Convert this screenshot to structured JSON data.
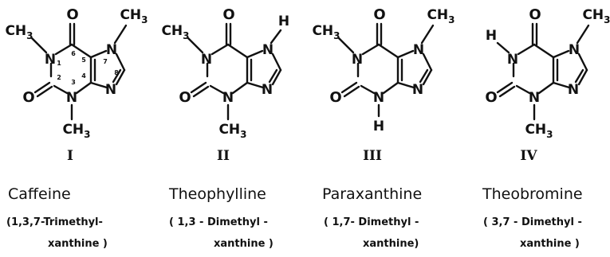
{
  "molecules": [
    {
      "numeral": "I",
      "name": "Caffeine",
      "subtitle_line1": "(1,3,7-Trimethyl-",
      "subtitle_line2": "xanthine )",
      "n1": "CH3",
      "n3": "CH3",
      "n7": "CH3",
      "ring_numbers": [
        "1",
        "2",
        "3",
        "4",
        "5",
        "6",
        "7",
        "8"
      ]
    },
    {
      "numeral": "II",
      "name": "Theophylline",
      "subtitle_line1": "( 1,3 - Dimethyl -",
      "subtitle_line2": "xanthine )",
      "n1": "CH3",
      "n3": "CH3",
      "n7": "H"
    },
    {
      "numeral": "III",
      "name": "Paraxanthine",
      "subtitle_line1": "( 1,7- Dimethyl -",
      "subtitle_line2": "xanthine)",
      "n1": "CH3",
      "n3": "H",
      "n7": "CH3"
    },
    {
      "numeral": "IV",
      "name": "Theobromine",
      "subtitle_line1": "( 3,7 - Dimethyl -",
      "subtitle_line2": "xanthine )",
      "n1": "H",
      "n3": "CH3",
      "n7": "CH3"
    }
  ],
  "atoms": {
    "oxygen": "O",
    "nitrogen": "N",
    "carbon": "C",
    "hydrogen_sub": "3"
  }
}
